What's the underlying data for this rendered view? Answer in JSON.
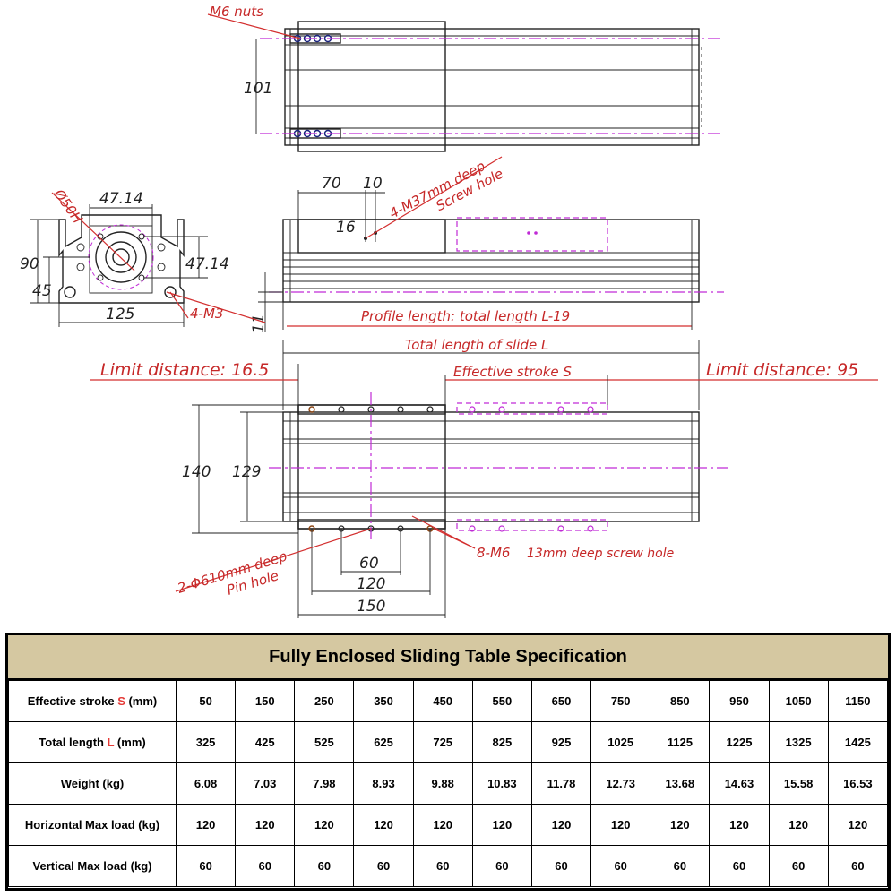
{
  "labels": {
    "m6_nuts": "M6 nuts",
    "dim_101": "101",
    "dim_70": "70",
    "dim_10": "10",
    "m3_deep": "4-M37mm deep",
    "screw_hole": "Screw hole",
    "dim_16": "16",
    "phi50": "Ø50H",
    "dim_4714_top": "47.14",
    "dim_4714_side": "47.14",
    "dim_90": "90",
    "dim_45": "45",
    "dim_125": "125",
    "m3": "4-M3",
    "dim_11": "11",
    "profile_length": "Profile length: total length L-19",
    "total_length": "Total length of slide L",
    "limit_left": "Limit distance: 16.5",
    "limit_right": "Limit distance: 95",
    "effective_stroke": "Effective stroke S",
    "dim_140": "140",
    "dim_129": "129",
    "pin_hole_1": "2-Φ610mm deep",
    "pin_hole_2": "Pin hole",
    "m6_deep": "8-M6",
    "m6_deep_rest": "13mm deep screw hole",
    "dim_60": "60",
    "dim_120": "120",
    "dim_150": "150"
  },
  "colors": {
    "annotation_red": "#c62828",
    "center_magenta": "#c02bd6",
    "header_bg": "#d5c8a1"
  },
  "spec_table": {
    "title": "Fully Enclosed Sliding Table Specification",
    "rows": [
      {
        "label_pre": "Effective stroke ",
        "label_hl": "S",
        "label_post": " (mm)",
        "values": [
          "50",
          "150",
          "250",
          "350",
          "450",
          "550",
          "650",
          "750",
          "850",
          "950",
          "1050",
          "1150"
        ]
      },
      {
        "label_pre": "Total length ",
        "label_hl": "L",
        "label_post": " (mm)",
        "values": [
          "325",
          "425",
          "525",
          "625",
          "725",
          "825",
          "925",
          "1025",
          "1125",
          "1225",
          "1325",
          "1425"
        ]
      },
      {
        "label_pre": "Weight (kg)",
        "label_hl": "",
        "label_post": "",
        "values": [
          "6.08",
          "7.03",
          "7.98",
          "8.93",
          "9.88",
          "10.83",
          "11.78",
          "12.73",
          "13.68",
          "14.63",
          "15.58",
          "16.53"
        ]
      },
      {
        "label_pre": "Horizontal Max load (kg)",
        "label_hl": "",
        "label_post": "",
        "values": [
          "120",
          "120",
          "120",
          "120",
          "120",
          "120",
          "120",
          "120",
          "120",
          "120",
          "120",
          "120"
        ]
      },
      {
        "label_pre": "Vertical Max load (kg)",
        "label_hl": "",
        "label_post": "",
        "values": [
          "60",
          "60",
          "60",
          "60",
          "60",
          "60",
          "60",
          "60",
          "60",
          "60",
          "60",
          "60"
        ]
      }
    ]
  }
}
